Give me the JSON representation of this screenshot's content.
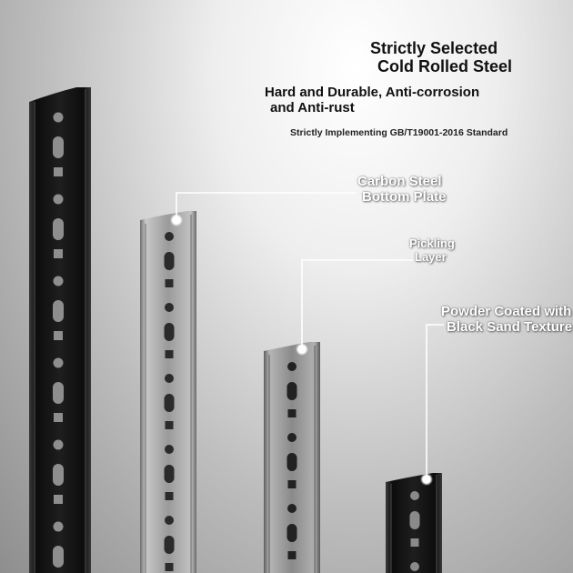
{
  "headline": {
    "line1": "Strictly Selected",
    "line2": "Cold Rolled Steel"
  },
  "features": {
    "line1": "Hard and Durable, Anti-corrosion",
    "line2": "and Anti-rust"
  },
  "standard": "Strictly Implementing GB/T19001-2016 Standard",
  "callouts": {
    "carbon": {
      "line1": "Carbon Steel",
      "line2": "Bottom Plate"
    },
    "pickling": {
      "line1": "Pickling",
      "line2": "Layer"
    },
    "powder": {
      "line1": "Powder Coated with",
      "line2": "Black Sand Texture"
    }
  },
  "colors": {
    "background_light": "#ffffff",
    "background_dark": "#8e8e8e",
    "black_post": "#1c1c1c",
    "galvanized_post": "#8d8d8d",
    "callout_line": "#ffffff"
  }
}
